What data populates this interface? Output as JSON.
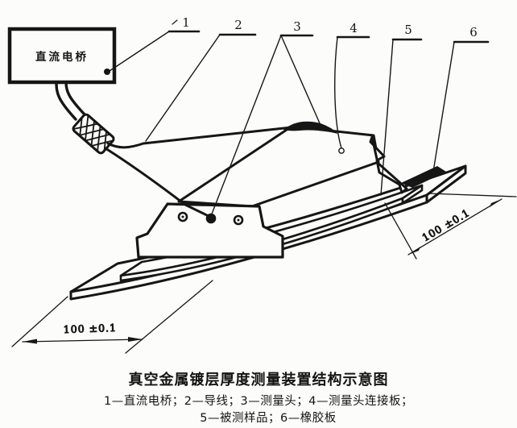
{
  "caption": {
    "title": "真空金属镀层厚度测量装置结构示意图",
    "legend_line_1": "1—直流电桥；2—导线；3—测量头；4—测量头连接板；",
    "legend_line_2": "5—被测样品；6—橡胶板"
  },
  "diagram": {
    "instrument_label": "直流电桥",
    "callouts": [
      "1",
      "2",
      "3",
      "4",
      "5",
      "6"
    ],
    "dimension_left": "100 ±0.1",
    "dimension_right": "100 ±0.1",
    "ink_color": "#161616",
    "paper_color": "#fcfcfa"
  }
}
